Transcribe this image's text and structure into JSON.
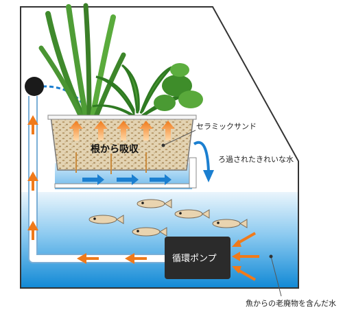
{
  "labels": {
    "ceramic_sand": "セラミックサンド",
    "root_absorption": "根から吸収",
    "filtered_water": "ろ過されたきれいな水",
    "circulation_pump": "循環ポンプ",
    "waste_water": "魚からの老廃物を含んだ水"
  },
  "colors": {
    "water_top": "#e8f4fc",
    "water_bottom": "#1a8fd8",
    "flow_arrow_orange": "#f07a1a",
    "flow_arrow_blue": "#1b7fd0",
    "pump_body": "#2b2b2b",
    "sand": "#d8c7a4",
    "plant_green": "#3f8a2c",
    "fish_body": "#e9d4b0"
  },
  "icons": [
    "plant-icon",
    "fish-icon",
    "pump-icon",
    "water-flow-arrow"
  ]
}
